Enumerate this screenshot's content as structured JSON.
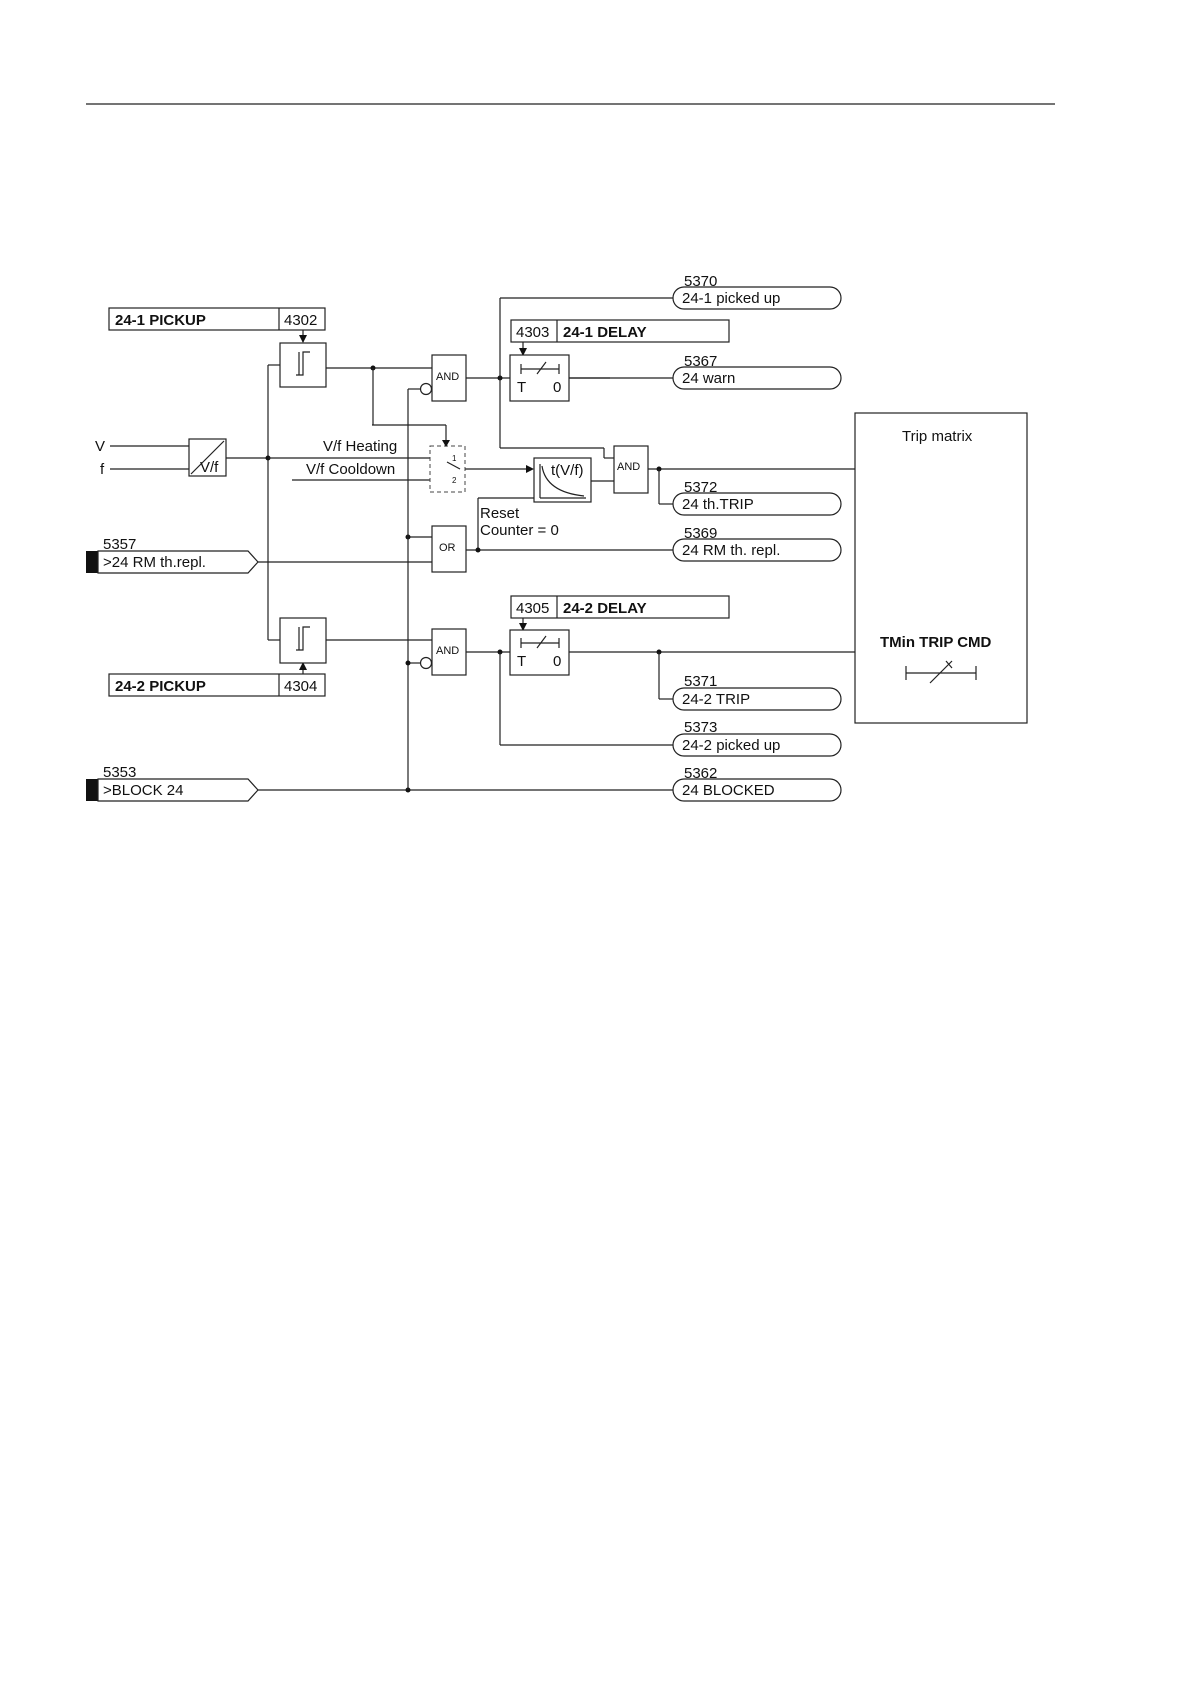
{
  "page": {
    "rule_color": "#222222"
  },
  "inputs": {
    "v_label": "V",
    "f_label": "f",
    "vf_block": "V/f",
    "rm_number": "5357",
    "rm_label": ">24 RM th.repl.",
    "block_number": "5353",
    "block_label": ">BLOCK 24"
  },
  "settings": {
    "pickup1_name": "24-1 PICKUP",
    "pickup1_addr": "4302",
    "pickup2_name": "24-2 PICKUP",
    "pickup2_addr": "4304",
    "delay1_addr": "4303",
    "delay1_name": "24-1 DELAY",
    "delay2_addr": "4305",
    "delay2_name": "24-2 DELAY"
  },
  "logic": {
    "and_label": "AND",
    "or_label": "OR",
    "timer_t": "T",
    "timer_zero": "0",
    "heating_label": "V/f Heating",
    "cooldown_label": "V/f Cooldown",
    "switch_1": "1",
    "switch_2": "2",
    "thermal_label": "t(V/f)",
    "reset_label": "Reset",
    "counter_label": "Counter = 0"
  },
  "outputs": [
    {
      "number": "5370",
      "label": "24-1 picked up"
    },
    {
      "number": "5367",
      "label": "24 warn"
    },
    {
      "number": "5372",
      "label": "24 th.TRIP"
    },
    {
      "number": "5369",
      "label": "24 RM th. repl."
    },
    {
      "number": "5371",
      "label": "24-2 TRIP"
    },
    {
      "number": "5373",
      "label": "24-2 picked up"
    },
    {
      "number": "5362",
      "label": "24 BLOCKED"
    }
  ],
  "trip_matrix": {
    "title": "Trip matrix",
    "command": "TMin TRIP CMD"
  }
}
